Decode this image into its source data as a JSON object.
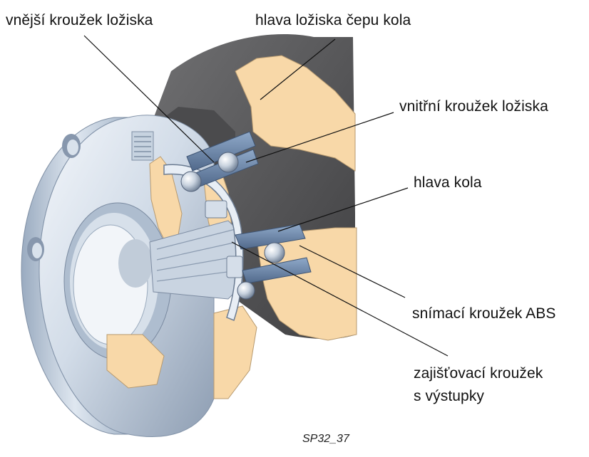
{
  "labels": {
    "outer_ring": "vnější kroužek ložiska",
    "knuckle_head": "hlava ložiska čepu kola",
    "inner_ring": "vnitřní kroužek ložiska",
    "wheel_hub": "hlava kola",
    "abs_ring": "snímací kroužek ABS",
    "retaining_ring_line1": "zajišťovací kroužek",
    "retaining_ring_line2": "s výstupky"
  },
  "figure_id": "SP32_37",
  "colors": {
    "cut_section": "#f8d8a8",
    "steel_light": "#e6edf4",
    "steel_mid": "#b8c6d6",
    "steel_dark": "#7d8fa6",
    "knuckle_dark": "#5c5c5e",
    "bearing_ring": "#6f8fb8",
    "leader_line": "#111111"
  }
}
